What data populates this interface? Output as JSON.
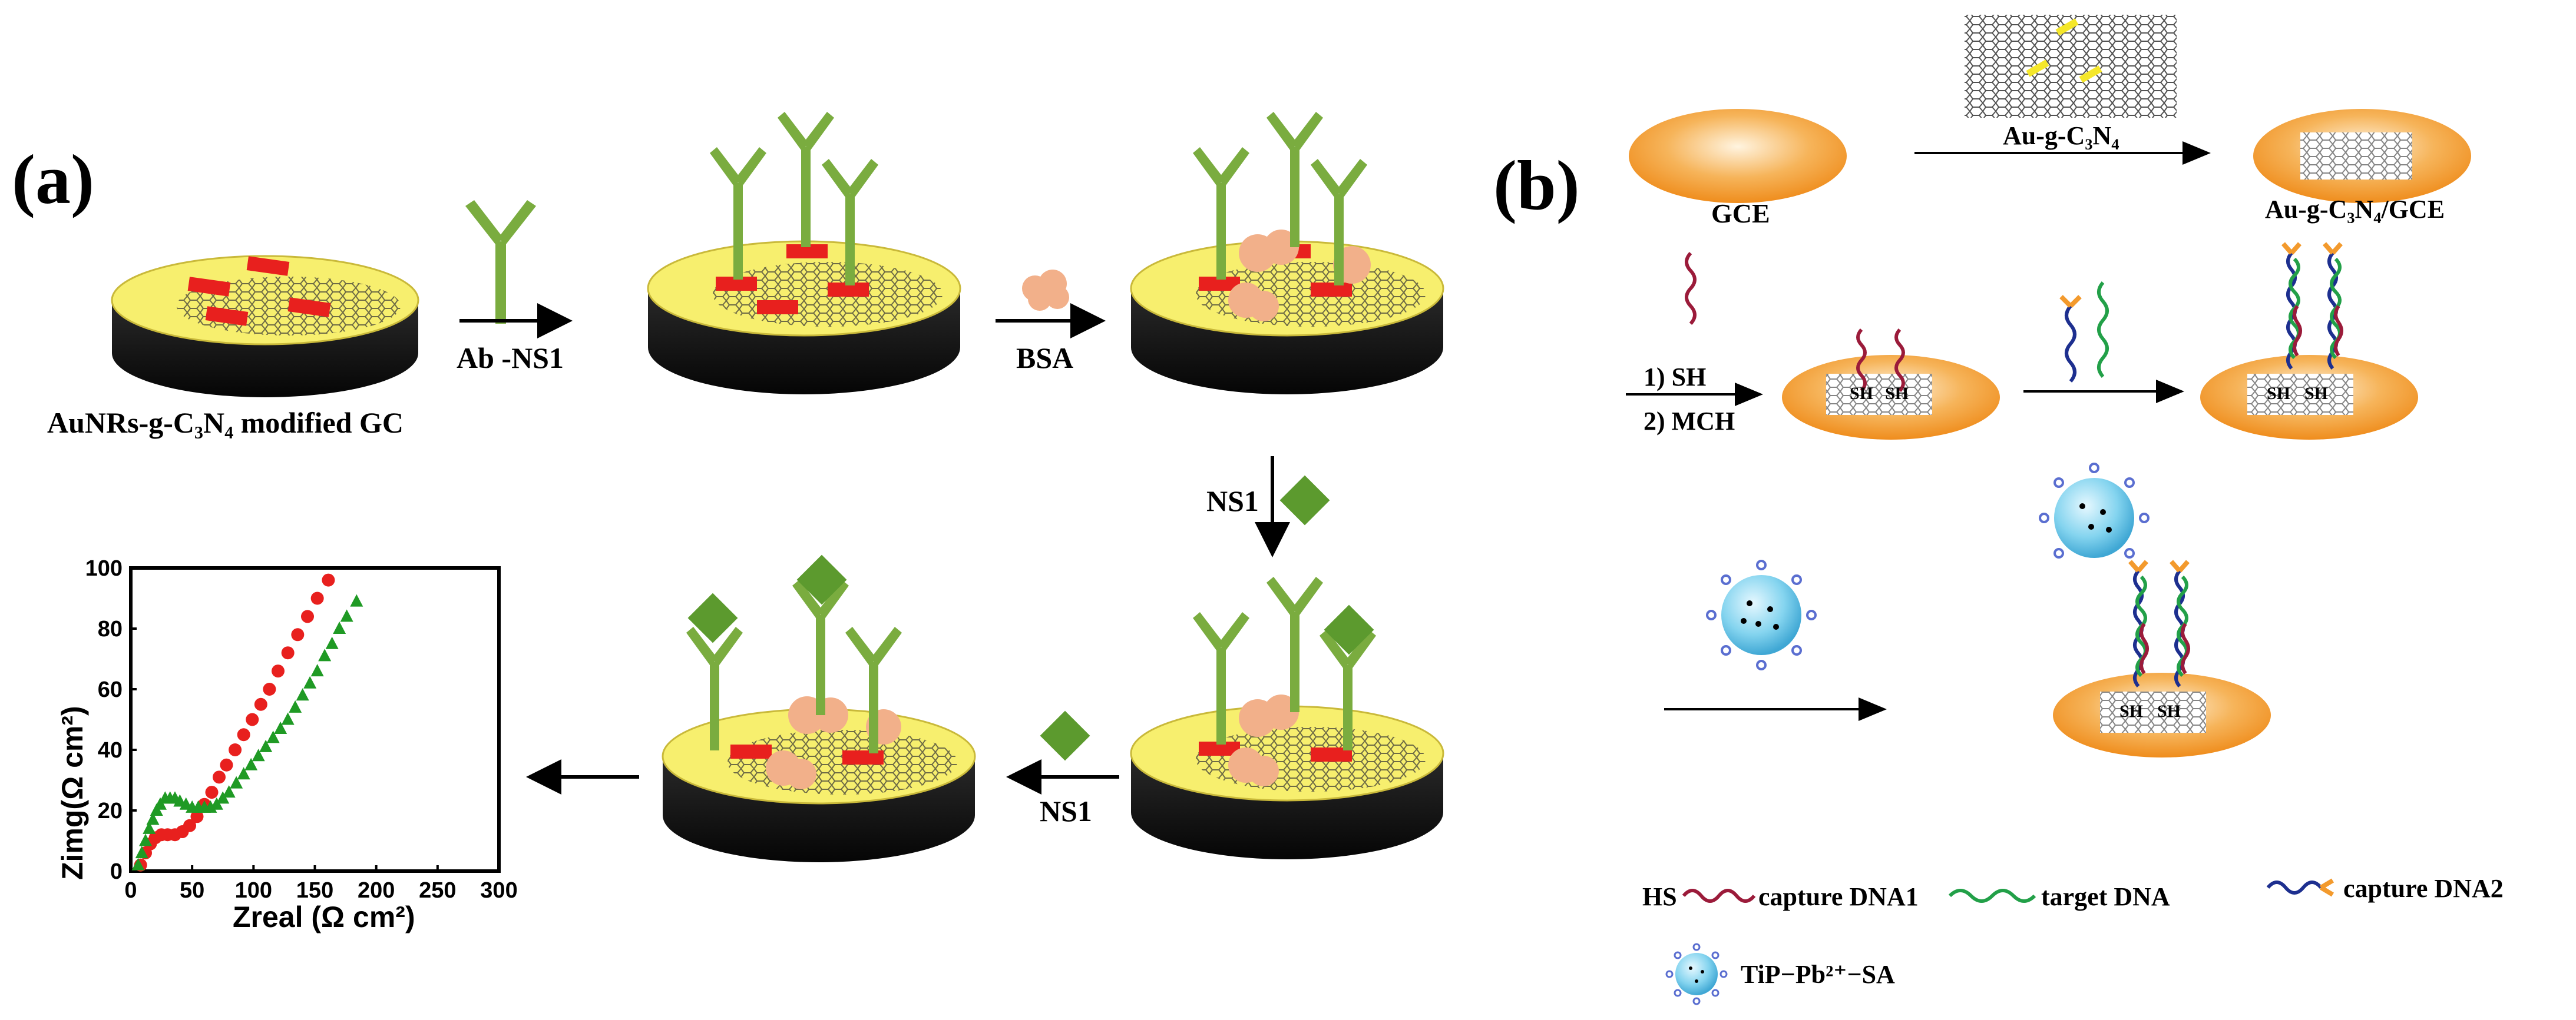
{
  "panel_a": {
    "label": "(a)",
    "base_caption": "AuNRs-g-C₃N₄ modified GC",
    "step_ab": "Ab -NS1",
    "step_bsa": "BSA",
    "step_ns1_down": "NS1",
    "step_ns1_left": "NS1"
  },
  "panel_b": {
    "label": "(b)",
    "gce_label": "GCE",
    "step_au": "Au-g-C₃N₄",
    "modified_label": "Au-g-C₃N₄/GCE",
    "step1_line1": "1)  SH",
    "step1_line2": "2) MCH",
    "sh": "SH",
    "legend": {
      "hs": "HS",
      "capture1": "capture DNA1",
      "target": "target DNA",
      "capture2": "capture DNA2",
      "probe": "TiP−Pb²⁺−SA"
    }
  },
  "colors": {
    "electrode_top": "#f7ef6e",
    "electrode_side": "#111111",
    "antibody": "#7aac3f",
    "antigen": "#5c9a2e",
    "bsa": "#f2b08a",
    "au_nanorod": "#e8201e",
    "gce_orange": "#f39a2d",
    "capture1": "#9b1b3a",
    "target": "#22a048",
    "capture2": "#1d2f8f",
    "label_tip": "#f39a2d",
    "probe": "#7fd3ee",
    "series_red": "#e8201e",
    "series_green": "#1f9a24"
  },
  "chart_data": {
    "type": "scatter",
    "xlabel": "Zreal (Ω cm²)",
    "ylabel": "Zimg(Ω cm²)",
    "xlim": [
      0,
      300
    ],
    "ylim": [
      0,
      100
    ],
    "xticks": [
      "0",
      "50",
      "100",
      "150",
      "200",
      "250",
      "300"
    ],
    "yticks": [
      "0",
      "20",
      "40",
      "60",
      "80",
      "100"
    ],
    "series": [
      {
        "marker": "circle",
        "color": "#e8201e",
        "x": [
          8,
          12,
          16,
          20,
          25,
          30,
          36,
          42,
          48,
          54,
          60,
          66,
          72,
          78,
          85,
          92,
          99,
          106,
          113,
          120,
          128,
          136,
          144,
          152,
          161
        ],
        "y": [
          2,
          6,
          9,
          11,
          12,
          12,
          12,
          13,
          15,
          18,
          22,
          26,
          31,
          35,
          40,
          45,
          50,
          55,
          60,
          66,
          72,
          78,
          84,
          90,
          96
        ]
      },
      {
        "marker": "triangle",
        "color": "#1f9a24",
        "x": [
          6,
          9,
          12,
          15,
          18,
          21,
          24,
          28,
          32,
          36,
          40,
          45,
          50,
          55,
          60,
          65,
          70,
          75,
          80,
          86,
          92,
          98,
          104,
          110,
          116,
          122,
          128,
          134,
          140,
          146,
          152,
          158,
          164,
          170,
          176,
          184
        ],
        "y": [
          2,
          6,
          10,
          14,
          17,
          20,
          22,
          24,
          24,
          24,
          23,
          22,
          21,
          21,
          21,
          21,
          22,
          24,
          26,
          29,
          32,
          35,
          38,
          41,
          44,
          47,
          50,
          54,
          58,
          62,
          66,
          71,
          75,
          80,
          84,
          89
        ]
      }
    ]
  }
}
